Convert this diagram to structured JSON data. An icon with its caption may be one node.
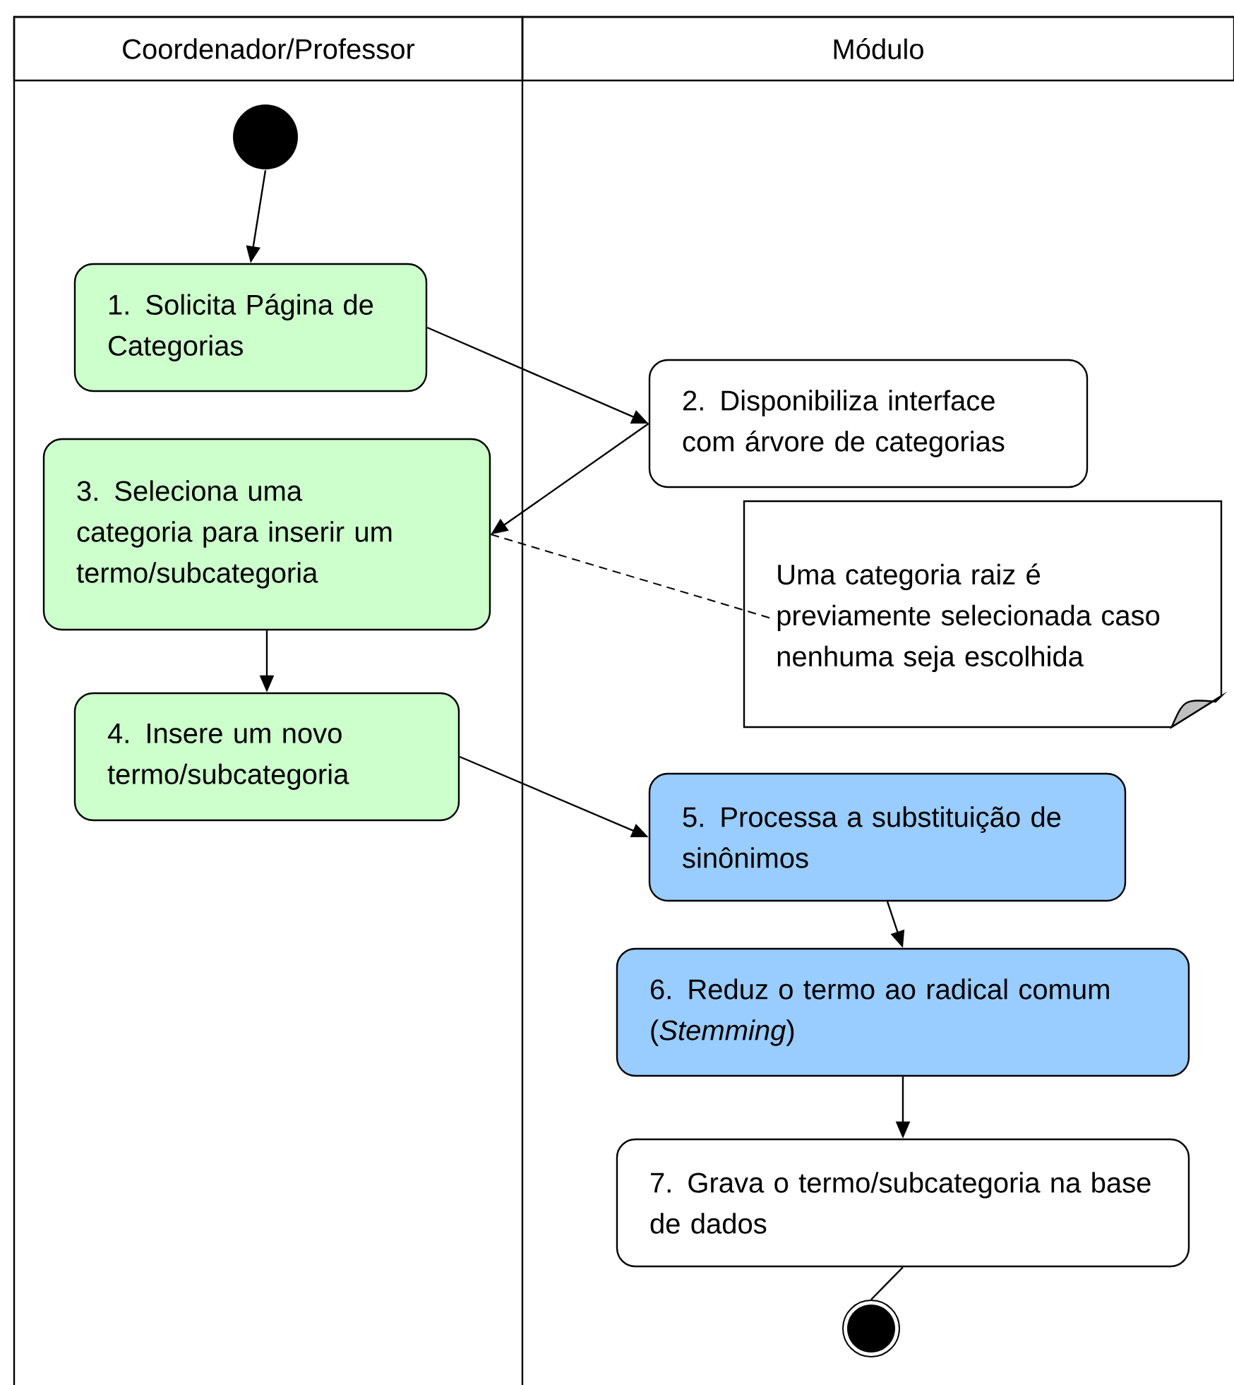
{
  "diagram": {
    "nodes": [
      {
        "text": [
          "Coordenador/Professor"
        ]
      },
      {
        "text": [
          "Módulo"
        ]
      },
      {
        "text": [],
        "shape": "circle"
      },
      {
        "text": [
          "1. Solicita Página de Categorias"
        ]
      },
      {
        "text": [
          "2. Disponibiliza interface com árvore de categorias"
        ]
      },
      {
        "text": [
          "3. Seleciona uma categoria para inserir um termo/subcategoria"
        ]
      },
      {
        "text": [
          "Uma categoria raiz é previamente selecionada caso nenhuma seja escolhida"
        ]
      },
      {
        "text": [
          "4. Insere um novo termo/subcategoria"
        ]
      },
      {
        "text": [
          "5. Processa a substituição de sinônimos"
        ]
      },
      {
        "text": [
          "6. Reduz o termo ao radical comum (*Stemming*)"
        ]
      },
      {
        "text": [
          "7. Grava o termo/subcategoria na base de dados"
        ]
      },
      {
        "text": [],
        "shape": "circle"
      }
    ],
    "edges": [
      {
        "from": 2,
        "to": 3,
        "arrow": "to"
      },
      {
        "from": 3,
        "to": 4,
        "arrow": "to"
      },
      {
        "from": 4,
        "to": 5,
        "arrow": "to"
      },
      {
        "from": 6,
        "to": 5,
        "arrow": "none",
        "style": "dashed"
      },
      {
        "from": 5,
        "to": 7,
        "arrow": "to"
      },
      {
        "from": 7,
        "to": 8,
        "arrow": "to"
      },
      {
        "from": 8,
        "to": 9,
        "arrow": "to"
      },
      {
        "from": 9,
        "to": 10,
        "arrow": "to"
      },
      {
        "from": 10,
        "to": 11,
        "arrow": "none"
      }
    ]
  }
}
